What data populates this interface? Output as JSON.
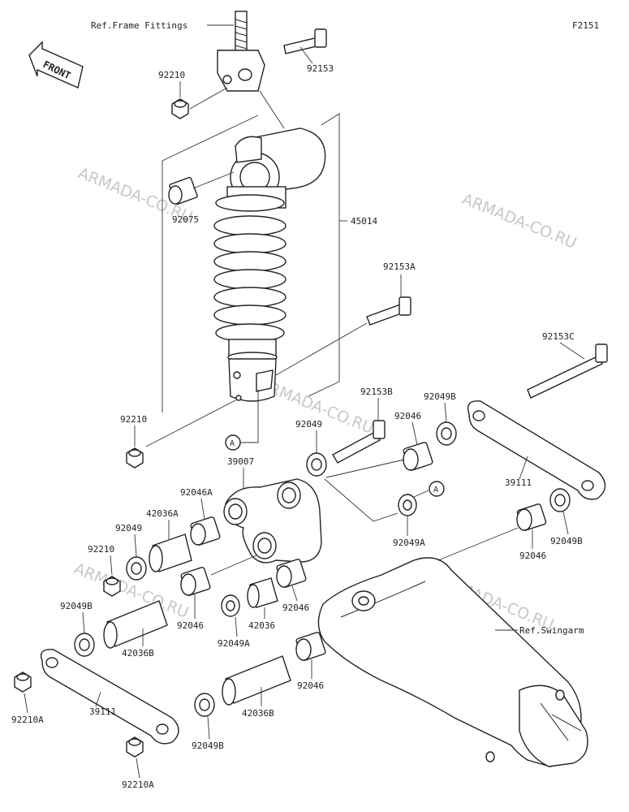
{
  "figure_code": "F2151",
  "front_label": "FRONT",
  "watermark": "ARMADA-CO.RU",
  "ref_frame": "Ref.Frame Fittings",
  "ref_swingarm": "Ref.Swingarm",
  "callout": "A",
  "labels": {
    "p92153": "92153",
    "p92210_a": "92210",
    "p92075": "92075",
    "p45014": "45014",
    "p92153A": "92153A",
    "p92153C": "92153C",
    "p92210_b": "92210",
    "p92153B": "92153B",
    "p92049B_a": "92049B",
    "p92049_a": "92049",
    "p92046_a": "92046",
    "p39007": "39007",
    "p92046A": "92046A",
    "p42036A": "42036A",
    "p92049_b": "92049",
    "p92210_c": "92210",
    "p39111_a": "39111",
    "p92049A_a": "92049A",
    "p92049B_b": "92049B",
    "p92046_b": "92046",
    "p92049B_c": "92049B",
    "p42036B_a": "42036B",
    "p92046_c": "92046",
    "p42036": "42036",
    "p92049A_b": "92049A",
    "p92046_d": "92046",
    "p92046_e": "92046",
    "p42036B_b": "42036B",
    "p92210A_a": "92210A",
    "p39111_b": "39111",
    "p92049B_d": "92049B",
    "p92210A_b": "92210A"
  }
}
